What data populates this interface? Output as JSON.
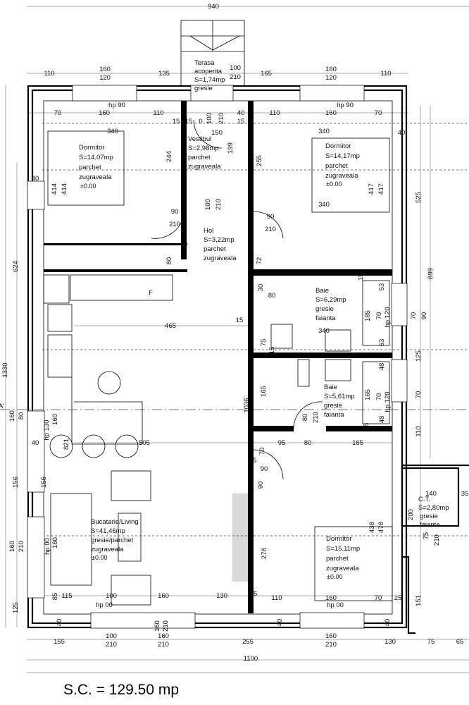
{
  "plan": {
    "title": "S.C. = 129.50 mp",
    "wall_color": "#000000",
    "background_color": "#ffffff"
  },
  "rooms": [
    {
      "name": "Terasa",
      "name2": "acoperita",
      "area": "S=1,74mp",
      "finish": "gresie"
    },
    {
      "name": "Dormitor",
      "area": "S=14,07mp",
      "finish": "parchet",
      "finish2": "zugraveala",
      "level": "±0.00"
    },
    {
      "name": "Vestibul",
      "area": "S=2,98mp",
      "finish": "parchet",
      "finish2": "zugraveala"
    },
    {
      "name": "Dormitor",
      "area": "S=14,17mp",
      "finish": "parchet",
      "finish2": "zugraveala",
      "level": "±0.00"
    },
    {
      "name": "Hol",
      "area": "S=3,22mp",
      "finish": "parchet",
      "finish2": "zugraveala"
    },
    {
      "name": "Baie",
      "area": "S=6,29mp",
      "finish": "gresie",
      "finish2": "faianta"
    },
    {
      "name": "Baie",
      "area": "S=5,61mp",
      "finish": "gresie",
      "finish2": "faianta"
    },
    {
      "name": "Bucatarie/Living",
      "area": "S=41,46mp",
      "finish": "gresie/parchet",
      "finish2": "zugraveala",
      "level": "±0.00"
    },
    {
      "name": "Dormitor",
      "area": "S=15,11mp",
      "finish": "parchet",
      "finish2": "zugraveala",
      "level": "±0.00"
    },
    {
      "name": "C.T.",
      "area": "S=2,80mp",
      "finish": "gresie",
      "finish2": "faianta"
    }
  ],
  "dimensions": [
    "940",
    "110",
    "160",
    "120",
    "135",
    "100",
    "210",
    "165",
    "160",
    "120",
    "110",
    "hp 90",
    "70",
    "160",
    "110",
    "15",
    "15",
    "0",
    "40",
    "15",
    "110",
    "160",
    "70",
    "hp 90",
    "340",
    "150",
    "340",
    "40",
    "244",
    "199",
    "255",
    "40",
    "414",
    "414",
    "417",
    "417",
    "340",
    "525",
    "100",
    "210",
    "100",
    "210",
    "90",
    "210",
    "90",
    "210",
    "80",
    "72",
    "624",
    "899",
    "F",
    "465",
    "15",
    "30",
    "80",
    "185",
    "70",
    "hp 120",
    "70",
    "90",
    "340",
    "75",
    "125",
    "1036",
    "165",
    "80",
    "210",
    "165",
    "70",
    "hp 120",
    "70",
    "110",
    "1330",
    "160",
    "80",
    "A'",
    "hp 130",
    "160",
    "821",
    "505",
    "40",
    "95",
    "80",
    "165",
    "70",
    "90",
    "90",
    "156",
    "156",
    "160",
    "210",
    "160",
    "hp 00",
    "140",
    "35",
    "200",
    "75",
    "210",
    "438",
    "478",
    "278",
    "125",
    "85",
    "115",
    "100",
    "hp 00",
    "160",
    "130",
    "15",
    "110",
    "160",
    "hp 00",
    "70",
    "25",
    "151",
    "40",
    "40",
    "40",
    "160",
    "210",
    "155",
    "100",
    "210",
    "160",
    "210",
    "255",
    "160",
    "210",
    "130",
    "75",
    "65",
    "1100",
    "15",
    "53",
    "63",
    "48",
    "48",
    "15",
    "15",
    "15"
  ]
}
